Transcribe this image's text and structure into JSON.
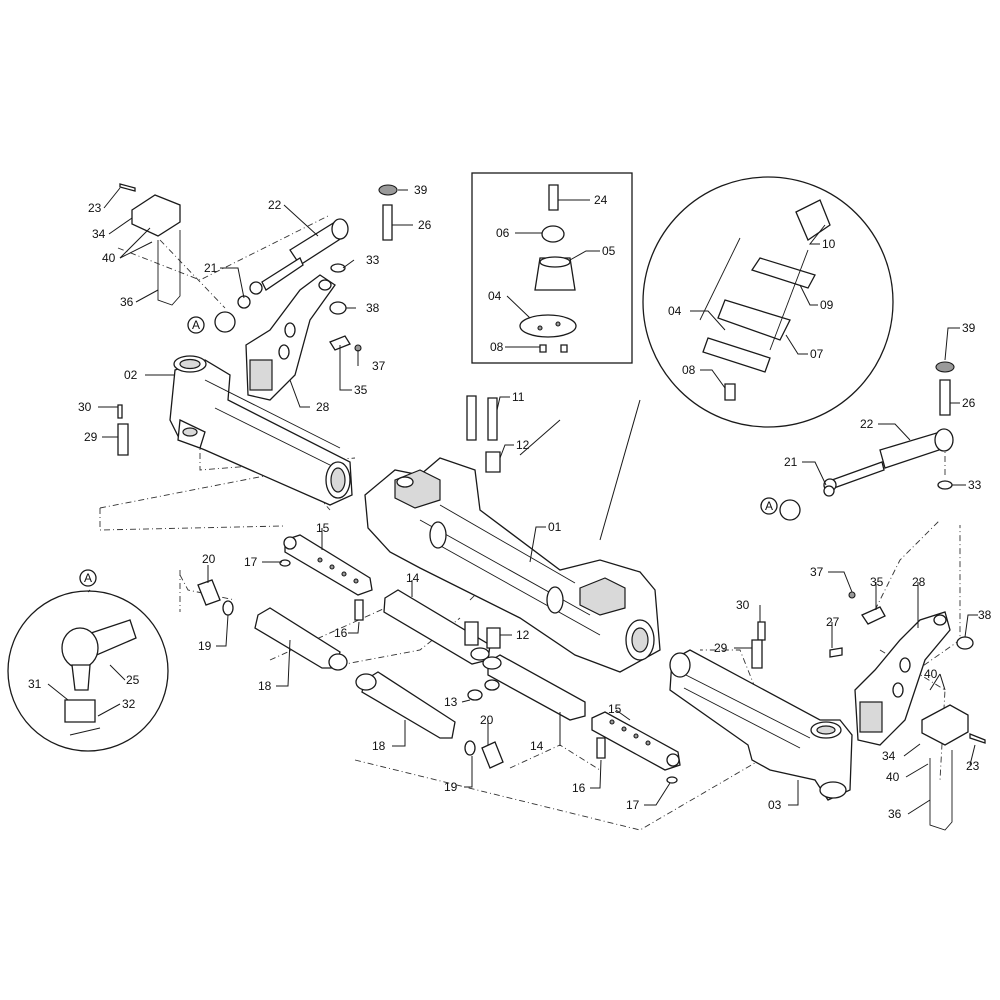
{
  "callouts": [
    {
      "id": "c-23-top",
      "text": "23"
    },
    {
      "id": "c-34-top",
      "text": "34"
    },
    {
      "id": "c-40-top",
      "text": "40"
    },
    {
      "id": "c-36-top",
      "text": "36"
    },
    {
      "id": "c-22-left",
      "text": "22"
    },
    {
      "id": "c-21-left",
      "text": "21"
    },
    {
      "id": "c-33-left",
      "text": "33"
    },
    {
      "id": "c-38-top",
      "text": "38"
    },
    {
      "id": "c-37-top",
      "text": "37"
    },
    {
      "id": "c-35-top",
      "text": "35"
    },
    {
      "id": "c-28-left",
      "text": "28"
    },
    {
      "id": "c-39-top",
      "text": "39"
    },
    {
      "id": "c-26-top",
      "text": "26"
    },
    {
      "id": "c-02",
      "text": "02"
    },
    {
      "id": "c-30-left",
      "text": "30"
    },
    {
      "id": "c-29-left",
      "text": "29"
    },
    {
      "id": "c-24",
      "text": "24"
    },
    {
      "id": "c-06",
      "text": "06"
    },
    {
      "id": "c-05",
      "text": "05"
    },
    {
      "id": "c-04-box",
      "text": "04"
    },
    {
      "id": "c-08-box",
      "text": "08"
    },
    {
      "id": "c-10",
      "text": "10"
    },
    {
      "id": "c-09",
      "text": "09"
    },
    {
      "id": "c-04-circle",
      "text": "04"
    },
    {
      "id": "c-07",
      "text": "07"
    },
    {
      "id": "c-08-circle",
      "text": "08"
    },
    {
      "id": "c-11",
      "text": "11"
    },
    {
      "id": "c-12-top",
      "text": "12"
    },
    {
      "id": "c-39-right",
      "text": "39"
    },
    {
      "id": "c-26-right",
      "text": "26"
    },
    {
      "id": "c-22-right",
      "text": "22"
    },
    {
      "id": "c-21-right",
      "text": "21"
    },
    {
      "id": "c-33-right",
      "text": "33"
    },
    {
      "id": "c-01",
      "text": "01"
    },
    {
      "id": "c-15-left",
      "text": "15"
    },
    {
      "id": "c-17-left",
      "text": "17"
    },
    {
      "id": "c-20-left",
      "text": "20"
    },
    {
      "id": "c-14-left",
      "text": "14"
    },
    {
      "id": "c-16-left",
      "text": "16"
    },
    {
      "id": "c-12-bottom",
      "text": "12"
    },
    {
      "id": "c-19-left",
      "text": "19"
    },
    {
      "id": "c-18-left",
      "text": "18"
    },
    {
      "id": "c-13",
      "text": "13"
    },
    {
      "id": "c-14-right",
      "text": "14"
    },
    {
      "id": "c-15-right",
      "text": "15"
    },
    {
      "id": "c-18-right",
      "text": "18"
    },
    {
      "id": "c-20-right",
      "text": "20"
    },
    {
      "id": "c-19-right",
      "text": "19"
    },
    {
      "id": "c-16-right",
      "text": "16"
    },
    {
      "id": "c-17-right",
      "text": "17"
    },
    {
      "id": "c-37-right",
      "text": "37"
    },
    {
      "id": "c-35-right",
      "text": "35"
    },
    {
      "id": "c-28-right",
      "text": "28"
    },
    {
      "id": "c-38-right",
      "text": "38"
    },
    {
      "id": "c-27",
      "text": "27"
    },
    {
      "id": "c-30-right",
      "text": "30"
    },
    {
      "id": "c-29-right",
      "text": "29"
    },
    {
      "id": "c-40-right",
      "text": "40"
    },
    {
      "id": "c-34-right",
      "text": "34"
    },
    {
      "id": "c-23-right",
      "text": "23"
    },
    {
      "id": "c-40-right-b",
      "text": "40"
    },
    {
      "id": "c-36-right",
      "text": "36"
    },
    {
      "id": "c-03",
      "text": "03"
    },
    {
      "id": "c-31",
      "text": "31"
    },
    {
      "id": "c-25",
      "text": "25"
    },
    {
      "id": "c-32",
      "text": "32"
    }
  ],
  "detail_marker": "A"
}
